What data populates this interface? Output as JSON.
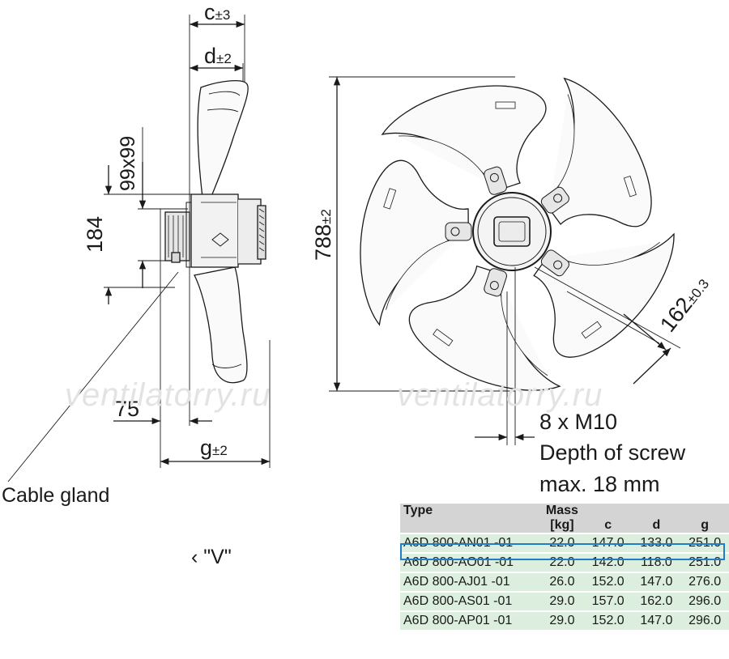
{
  "dimensions": {
    "c": "c",
    "c_tol": "±3",
    "d": "d",
    "d_tol": "±2",
    "g": "g",
    "g_tol": "±2",
    "square": "99x99",
    "height": "184",
    "offset": "75",
    "diameter": "788",
    "diameter_tol": "±2",
    "bolt": "162",
    "bolt_tol": "±0.3"
  },
  "labels": {
    "cable_gland": "Cable gland",
    "view": "‹ \"V\"",
    "screw_line1": "8 x M10",
    "screw_line2": "Depth of screw",
    "screw_line3": "max. 18 mm"
  },
  "watermark": "ventilatorry.ru",
  "table": {
    "headers": {
      "type": "Type",
      "mass": "Mass",
      "mass_unit": "[kg]",
      "c": "c",
      "d": "d",
      "g": "g"
    },
    "rows": [
      {
        "type": "A6D 800-AN01 -01",
        "mass": "22.0",
        "c": "147.0",
        "d": "133.0",
        "g": "251.0"
      },
      {
        "type": "A6D 800-AO01 -01",
        "mass": "22.0",
        "c": "142.0",
        "d": "118.0",
        "g": "251.0"
      },
      {
        "type": "A6D 800-AJ01 -01",
        "mass": "26.0",
        "c": "152.0",
        "d": "147.0",
        "g": "276.0"
      },
      {
        "type": "A6D 800-AS01 -01",
        "mass": "29.0",
        "c": "157.0",
        "d": "162.0",
        "g": "296.0"
      },
      {
        "type": "A6D 800-AP01 -01",
        "mass": "29.0",
        "c": "152.0",
        "d": "147.0",
        "g": "296.0"
      }
    ],
    "highlight_color": "#1f7ec4",
    "row_color": "#dceedd",
    "header_color": "#d4d4d4"
  }
}
